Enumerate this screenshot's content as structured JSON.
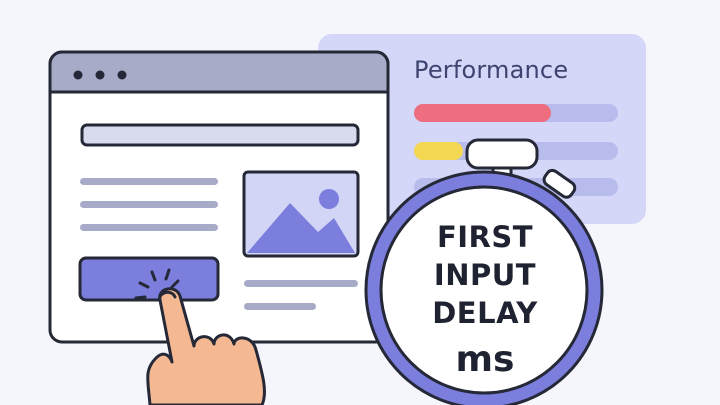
{
  "performance_card": {
    "title": "Performance",
    "bars": [
      {
        "fill": 0.67,
        "color": "#ee6e80"
      },
      {
        "fill": 0.24,
        "color": "#f5d851"
      },
      {
        "fill": 0.0,
        "color": "#b8bcec"
      }
    ]
  },
  "stopwatch": {
    "lines": [
      "FIRST",
      "INPUT",
      "DELAY"
    ],
    "unit": "ms"
  },
  "colors": {
    "accent": "#7b7edc",
    "outline": "#252836",
    "card_bg": "#d4d7f7",
    "bar_track": "#b8bcec",
    "skin": "#f4b892"
  }
}
